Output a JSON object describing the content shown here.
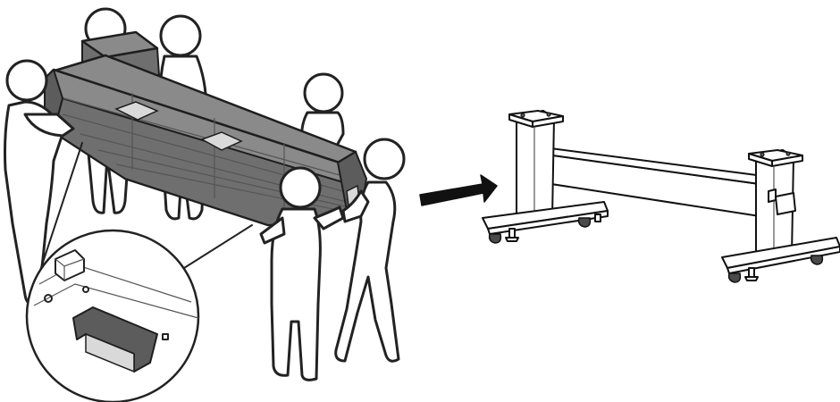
{
  "figure": {
    "colors": {
      "printer_body": "#8a8a8a",
      "printer_shadow": "#6f6f6f",
      "outline": "#222222",
      "arrow": "#111111",
      "background": "#ffffff"
    },
    "parts": [
      {
        "id": "printer",
        "icon": "printer-icon"
      },
      {
        "id": "people",
        "count": 6,
        "icon": "person-figure"
      },
      {
        "id": "handle-detail-magnifier",
        "icon": "magnifier-callout"
      },
      {
        "id": "direction-arrow",
        "icon": "right-arrow-icon"
      },
      {
        "id": "printer-stand",
        "icon": "stand-icon"
      }
    ]
  }
}
